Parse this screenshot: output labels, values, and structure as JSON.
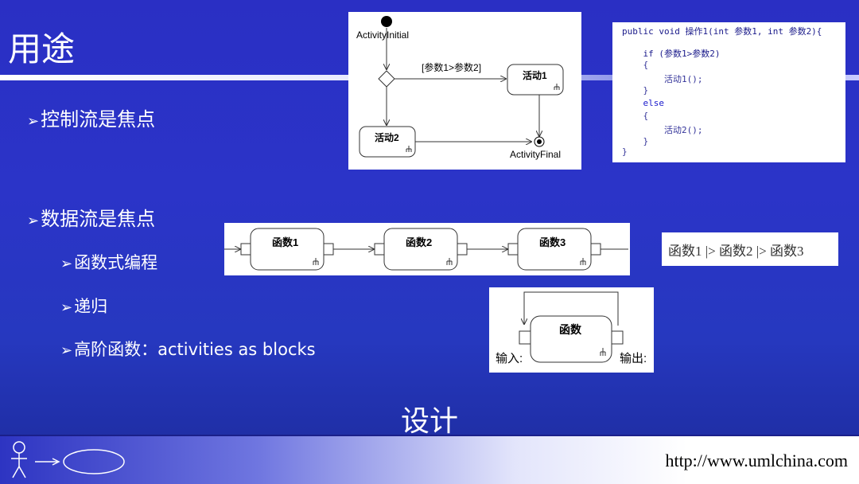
{
  "slide": {
    "title": "用途",
    "bullets": {
      "control_flow": "控制流是焦点",
      "data_flow": "数据流是焦点",
      "functional": "函数式编程",
      "recursion": "递归",
      "higher_order": "高阶函数：activities as blocks"
    },
    "bullet_symbol": "➢",
    "bottom_label": "设计",
    "footer_url": "http://www.umlchina.com"
  },
  "activity_diagram": {
    "initial_label": "ActivityInitial",
    "guard": "[参数1>参数2]",
    "activity1": "活动1",
    "activity2": "活动2",
    "final_label": "ActivityFinal"
  },
  "code": {
    "lines": [
      "public void 操作1(int 参数1, int 参数2){",
      "    if (参数1>参数2)",
      "    {",
      "        活动1();",
      "    }",
      "    else",
      "    {",
      "        活动2();",
      "    }",
      "}"
    ]
  },
  "function_chain": {
    "f1": "函数1",
    "f2": "函数2",
    "f3": "函数3"
  },
  "pipeline": "函数1  |> 函数2  |> 函数3",
  "recursion_diagram": {
    "function": "函数",
    "input": "输入:",
    "output": "输出:"
  },
  "colors": {
    "background": "#2a2fc4",
    "text": "#ffffff",
    "code_keyword": "#1a1acc"
  }
}
